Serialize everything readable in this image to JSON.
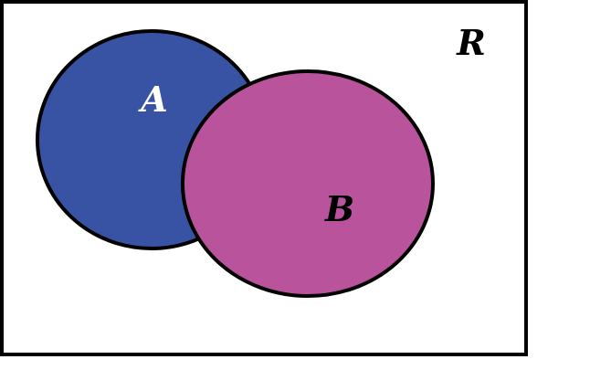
{
  "diagram": {
    "universe": {
      "label": "R",
      "border_color": "#000000",
      "fill_color": "#ffffff"
    },
    "sets": [
      {
        "id": "a",
        "label": "A",
        "fill_color": "#3953a4",
        "label_color": "#ffffff"
      },
      {
        "id": "b",
        "label": "B",
        "fill_color": "#b8539c",
        "label_color": "#000000"
      }
    ],
    "outline_color": "#000000"
  }
}
